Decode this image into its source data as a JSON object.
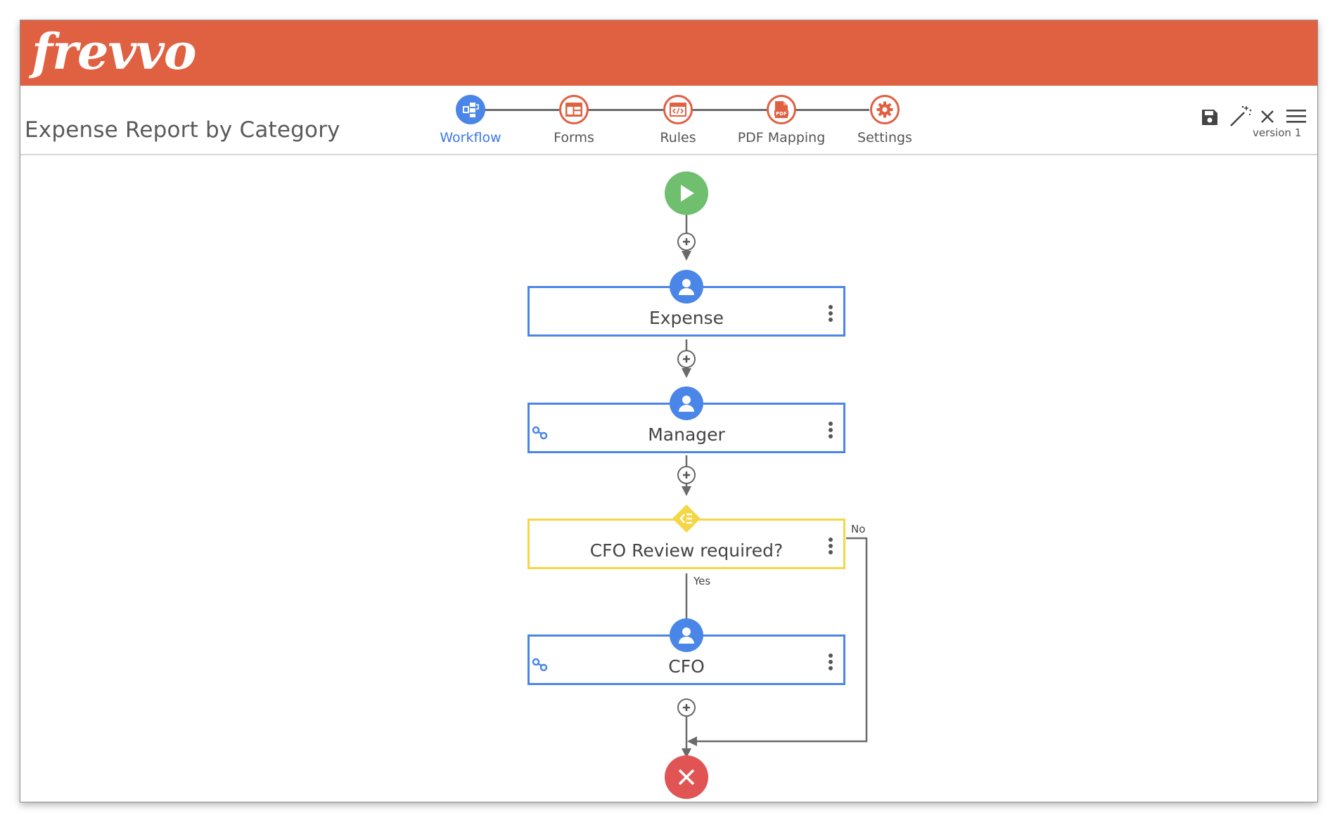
{
  "app": {
    "logo_text": "frevvo"
  },
  "header": {
    "title": "Expense Report by Category",
    "version_label": "version 1"
  },
  "steps": [
    {
      "label": "Workflow",
      "icon": "workflow-icon",
      "active": true
    },
    {
      "label": "Forms",
      "icon": "forms-icon",
      "active": false
    },
    {
      "label": "Rules",
      "icon": "rules-icon",
      "active": false
    },
    {
      "label": "PDF Mapping",
      "icon": "pdf-icon",
      "active": false
    },
    {
      "label": "Settings",
      "icon": "gear-icon",
      "active": false
    }
  ],
  "toolbar": {
    "icons": [
      "save-icon",
      "magic-wand-icon",
      "close-icon",
      "menu-icon"
    ]
  },
  "flow": {
    "start_icon": "play-icon",
    "end_icon": "close-icon",
    "nodes": [
      {
        "label": "Expense",
        "type": "user",
        "linked": false
      },
      {
        "label": "Manager",
        "type": "user",
        "linked": true
      },
      {
        "label": "CFO Review required?",
        "type": "decision",
        "linked": false
      },
      {
        "label": "CFO",
        "type": "user",
        "linked": true
      }
    ],
    "edge_labels": {
      "no": "No",
      "yes": "Yes"
    }
  },
  "colors": {
    "brand": "#e06042",
    "active": "#4a86e8",
    "start": "#6fbf6f",
    "end": "#e05454",
    "decision": "#f5d646"
  }
}
